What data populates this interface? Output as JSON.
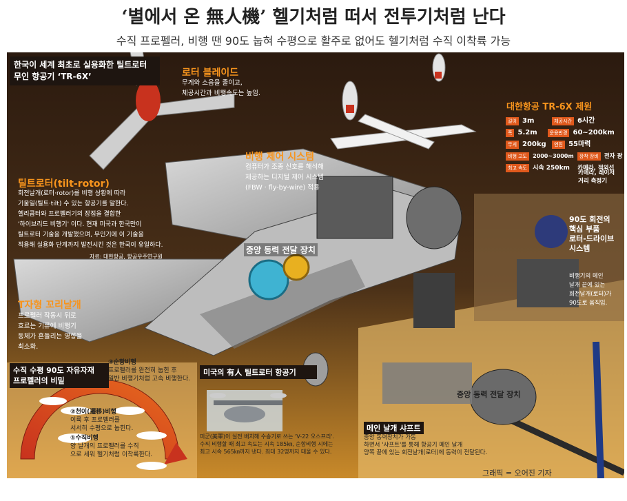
{
  "header": {
    "title": "‘별에서 온 無人機’ 헬기처럼 떠서 전투기처럼 난다",
    "subtitle": "수직 프로펠러, 비행 땐 90도 눕혀 수평으로    활주로 없어도 헬기처럼 수직 이착륙 가능"
  },
  "intro_box": "한국이 세계 최초로 실용화한 틸트로터 무인 항공기 ‘TR-6X’",
  "rotor_blade": {
    "title": "로터 블레이드",
    "lines": [
      "무게와 소음을 줄이고,",
      "체공시간과 비행속도는 높임."
    ]
  },
  "tiltrotor": {
    "title": "틸트로터(tilt-rotor)",
    "lines": [
      "회전날개(로터·rotor)를 비행 상황에 따라",
      "기울일(틸트·tilt) 수 있는 항공기를 말한다.",
      "헬리콥터와 프로펠러기의 장점을 결합한",
      "'하이브리드 비행기' 이다. 현재 미국과 한국만이",
      "틸트로터 기술을 개발했으며, 무인기에 이 기술을",
      "적용해 실용화 단계까지 발전시킨 것은 한국이 유일하다."
    ],
    "source": "자료: 대한항공, 항공우주연구원"
  },
  "t_tail": {
    "title": "T자형 꼬리날개",
    "lines": [
      "프로펠러 작동시 뒤로",
      "흐르는 기류에 비행기",
      "동체가 흔들리는 영향을",
      "최소화."
    ]
  },
  "flight_control": {
    "title": "비행 제어 시스템",
    "lines": [
      "컴퓨터가 조종 신호를 해석해",
      "제공하는 디지털 제어 시스템",
      "(FBW · fly-by-wire) 적용"
    ]
  },
  "central_power_top": "중앙 동력 전달 장치",
  "specs": {
    "title": "대한항공 TR-6X 제원",
    "rows": [
      {
        "k": "길이",
        "v": "3m",
        "k2": "체공시간",
        "v2": "6시간"
      },
      {
        "k": "폭",
        "v": "5.2m",
        "k2": "운용반경",
        "v2": "60~200km"
      },
      {
        "k": "무게",
        "v": "200kg",
        "k2": "엔진",
        "v2": "55마력"
      },
      {
        "k": "비행 고도",
        "v": "2000~3000m",
        "k2": "장착 장비",
        "v2": "전자 광학"
      },
      {
        "k": "최고 속도",
        "v": "시속 250km",
        "k2": "",
        "v2": "카메라, 적외선"
      }
    ],
    "extra": [
      "카메라, 레이저",
      "거리 측정기"
    ]
  },
  "rotor_drive": {
    "title_lines": [
      "90도 회전의",
      "핵심 부품",
      "로터-드라이브",
      "시스템"
    ],
    "lines": [
      "비행기의 메인",
      "날개 끝에 있는",
      "회전날개(로터)가",
      "90도로 움직임."
    ]
  },
  "transition": {
    "title_lines": [
      "수직 수평 90도 자유자재",
      "프로펠러의 비밀"
    ],
    "step3_title": "③순항비행",
    "step3_lines": [
      "프로펠러를 완전히 눕힌 후",
      "일반 비행기처럼 고속 비행한다."
    ],
    "step2_title": "②천이(遷移)비행",
    "step2_lines": [
      "이륙 후 프로펠러를",
      "서서히 수평으로 눕힌다."
    ],
    "step1_title": "①수직비행",
    "step1_lines": [
      "양 날개의 프로펠러를 수직",
      "으로 세워 헬기처럼 이착륙한다."
    ]
  },
  "osprey": {
    "title": "미국의 有人 틸트로터 항공기",
    "lines": [
      "미군(美軍)이 실전 배치해 수송기로 쓰는 'V-22 오스프리'.",
      "수직 비행할 때 최고 속도는 시속 185㎞, 순항비행 시에는",
      "최고 시속 565㎞까지 낸다. 최대 32명까지 태울 수 있다."
    ]
  },
  "central_power_bottom": "중앙 동력 전달 장치",
  "main_shaft": {
    "title": "메인 날개 샤프트",
    "lines": [
      "중앙 동력장치가 가동",
      "하면서 '샤프트'를 통해 항공기 메인 날개",
      "양쪽 끝에 있는 회전날개(로터)에 동력이 전달된다."
    ]
  },
  "center_label": "중앙 동력 전달 장치",
  "credit": "그래픽 = 오어진 기자",
  "colors": {
    "bg_dark": "#3a2515",
    "orange": "#f7941d",
    "yellow": "#f6c445",
    "rotor_red": "#c8321e"
  }
}
